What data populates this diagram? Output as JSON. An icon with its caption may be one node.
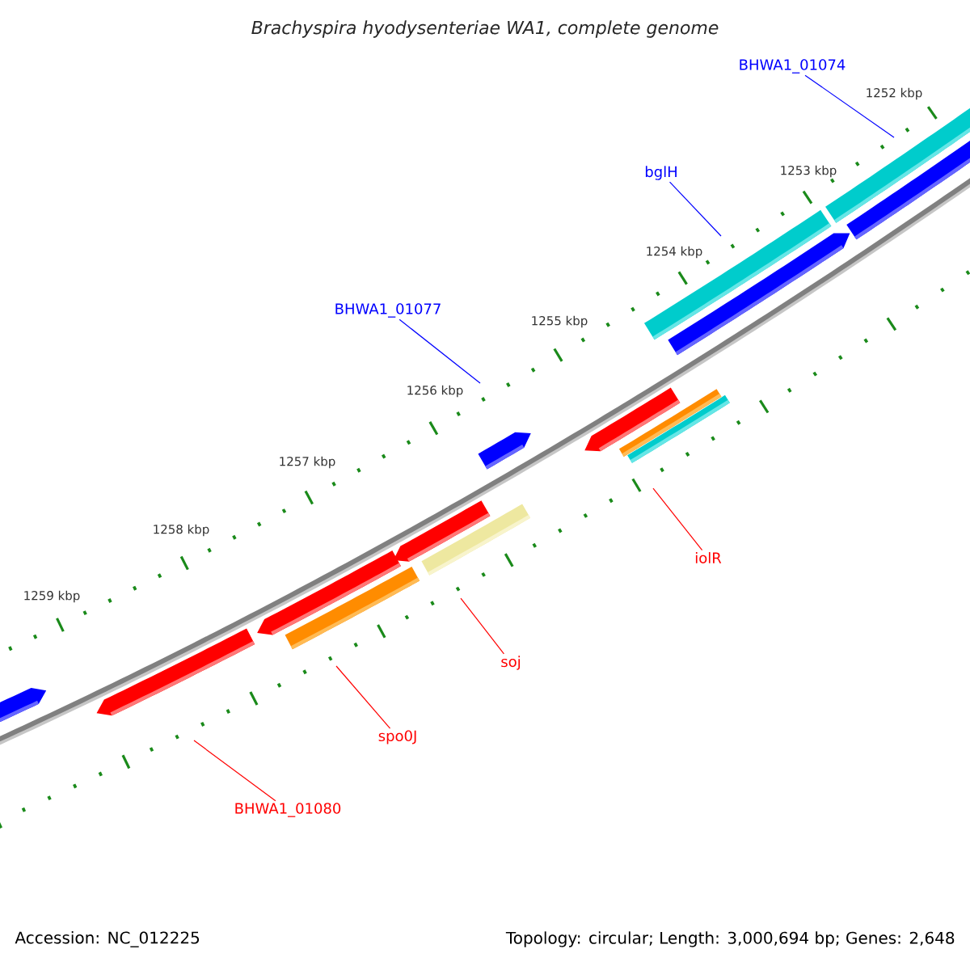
{
  "diagram": {
    "title": "Brachyspira hyodysenteriae WA1, complete genome",
    "nodes": [
      {
        "text": [
          "BHWA1_01074"
        ]
      },
      {
        "text": [
          "bglH"
        ]
      },
      {
        "text": [
          "BHWA1_01077"
        ]
      },
      {
        "text": [
          "iolR"
        ]
      },
      {
        "text": [
          "soj"
        ]
      },
      {
        "text": [
          "spo0J"
        ]
      },
      {
        "text": [
          "BHWA1_01080"
        ]
      }
    ],
    "edges": [
      {
        "from": 0,
        "to": null,
        "arrow": "none",
        "color": "#0000ff"
      },
      {
        "from": 1,
        "to": null,
        "arrow": "none",
        "color": "#0000ff"
      },
      {
        "from": 2,
        "to": null,
        "arrow": "none",
        "color": "#0000ff"
      },
      {
        "from": 3,
        "to": null,
        "arrow": "none"
      },
      {
        "from": 4,
        "to": null,
        "arrow": "none"
      },
      {
        "from": 5,
        "to": null,
        "arrow": "none"
      },
      {
        "from": 6,
        "to": null,
        "arrow": "none"
      }
    ],
    "labels": [
      "1252 kbp",
      "1253 kbp",
      "1254 kbp",
      "1255 kbp",
      "1256 kbp",
      "1257 kbp",
      "1258 kbp",
      "1259 kbp",
      "Accession: NC_012225",
      "Topology: circular; Length: 3,000,694 bp; Genes: 2,648"
    ]
  }
}
